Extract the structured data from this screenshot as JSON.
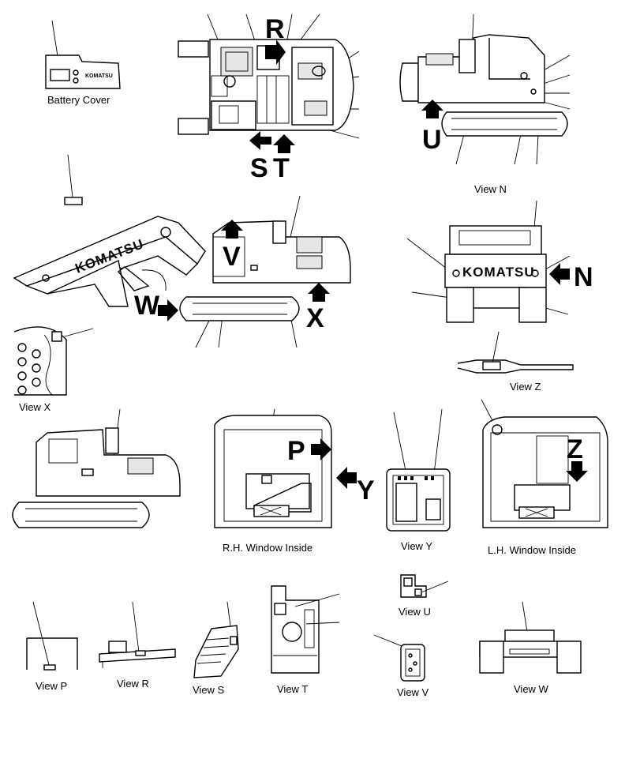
{
  "views": {
    "battery_cover": "Battery Cover",
    "view_n": "View N",
    "view_z": "View Z",
    "view_x": "View X",
    "rh_window": "R.H. Window Inside",
    "view_y": "View Y",
    "lh_window": "L.H. Window Inside",
    "view_u": "View U",
    "view_p": "View P",
    "view_r": "View R",
    "view_s": "View S",
    "view_t": "View T",
    "view_v": "View V",
    "view_w": "View W"
  },
  "arrows": {
    "r": "R",
    "s": "S",
    "t": "T",
    "u": "U",
    "v": "V",
    "w": "W",
    "x": "X",
    "n": "N",
    "p": "P",
    "y": "Y",
    "z": "Z"
  },
  "brand": {
    "main": "KOMATSU",
    "small": "KOMATSU"
  }
}
